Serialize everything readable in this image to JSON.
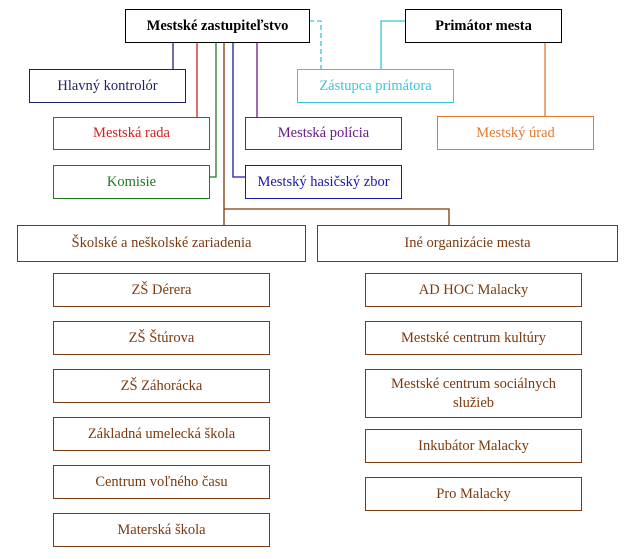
{
  "title": "Organizačná štruktúra mesta",
  "colors": {
    "black": "#000000",
    "navy": "#1f1f66",
    "red": "#d42020",
    "green": "#1f7a1f",
    "brown": "#7a3a0f",
    "blue": "#1a1aa8",
    "purple": "#6a1a8a",
    "cyan": "#3cc4d8",
    "orange": "#e07a30"
  },
  "nodes": {
    "council": "Mestské zastupiteľstvo",
    "mayor": "Primátor mesta",
    "chief_auditor": "Hlavný kontrolór",
    "deputy_mayor": "Zástupca primátora",
    "city_board": "Mestská rada",
    "city_police": "Mestská polícia",
    "city_office": "Mestský úrad",
    "commissions": "Komisie",
    "fire_brigade": "Mestský hasičský zbor",
    "schools_group": "Školské a neškolské zariadenia",
    "other_orgs_group": "Iné organizácie mesta"
  },
  "schools": [
    "ZŠ Dérera",
    "ZŠ Štúrova",
    "ZŠ Záhorácka",
    "Základná umelecká škola",
    "Centrum voľného času",
    "Materská škola"
  ],
  "other_orgs": [
    "AD HOC Malacky",
    "Mestské centrum kultúry",
    "Mestské centrum sociálnych služieb",
    "Inkubátor Malacky",
    "Pro Malacky"
  ]
}
